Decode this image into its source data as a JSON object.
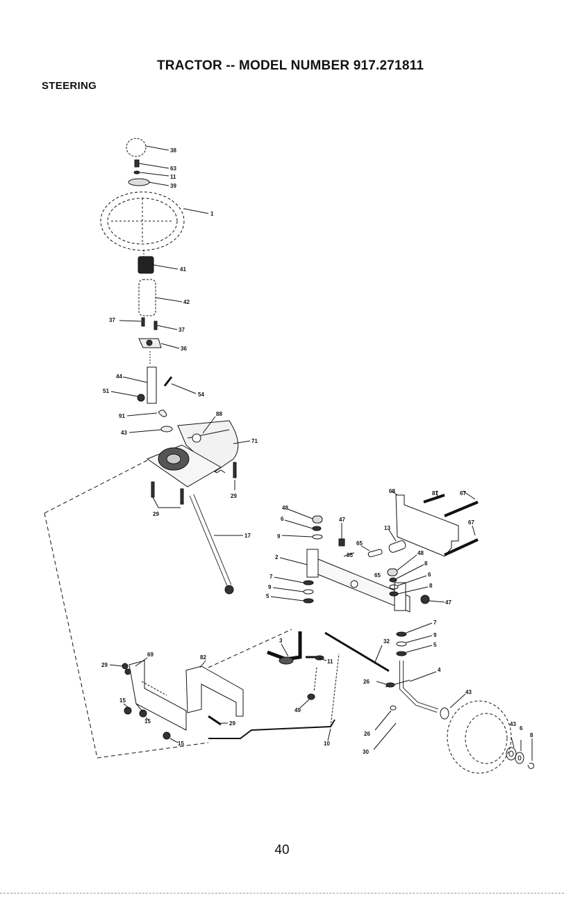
{
  "header": {
    "title": "TRACTOR -- MODEL NUMBER 917.271811",
    "section": "STEERING"
  },
  "callouts": {
    "c38": "38",
    "c63": "63",
    "c11a": "11",
    "c39": "39",
    "c1": "1",
    "c41": "41",
    "c42": "42",
    "c37a": "37",
    "c37b": "37",
    "c36": "36",
    "c44": "44",
    "c51": "51",
    "c54": "54",
    "c91": "91",
    "c43a": "43",
    "c88": "88",
    "c71": "71",
    "c29a": "29",
    "c29b": "29",
    "c17": "17",
    "c48a": "48",
    "c6a": "6",
    "c9a": "9",
    "c47a": "47",
    "c65a": "65",
    "c85": "85",
    "c2": "2",
    "c7a": "7",
    "c9b": "9",
    "c5a": "5",
    "c13": "13",
    "c68": "68",
    "c87": "87",
    "c67a": "67",
    "c67b": "67",
    "c48b": "48",
    "c65b": "65",
    "c8a": "8",
    "c6b": "6",
    "c8b": "8",
    "c47b": "47",
    "c7b": "7",
    "c9c": "9",
    "c5b": "5",
    "c3": "3",
    "c11b": "11",
    "c32": "32",
    "c4": "4",
    "c26a": "26",
    "c43b": "43",
    "c43c": "43",
    "c6c": "6",
    "c8c": "8",
    "c26b": "26",
    "c30": "30",
    "c10": "10",
    "c49": "49",
    "c69": "69",
    "c29c": "29",
    "c82": "82",
    "c15a": "15",
    "c15b": "15",
    "c29d": "29",
    "c15c": "15"
  },
  "footer": {
    "page_number": "40"
  }
}
